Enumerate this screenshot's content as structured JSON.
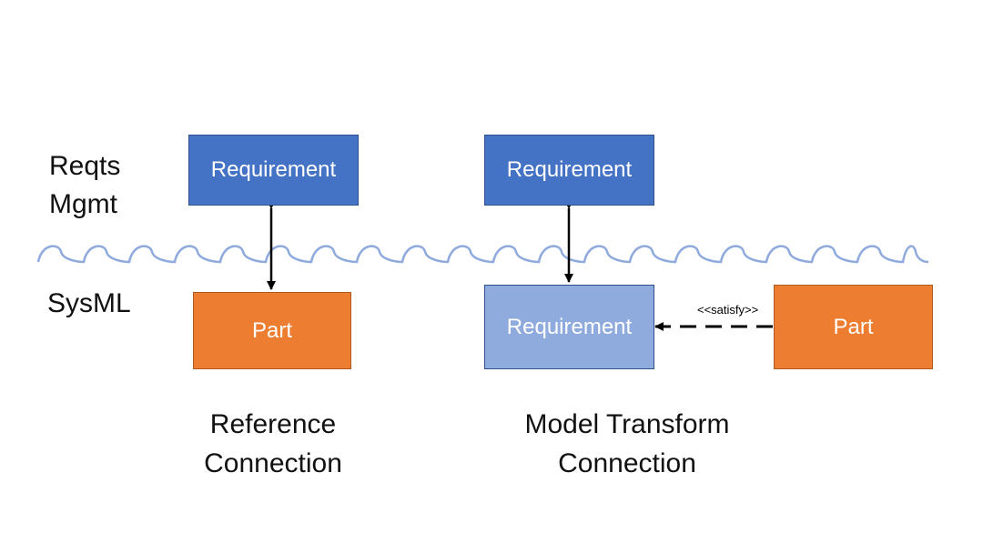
{
  "lanes": {
    "reqts_mgmt": [
      "Reqts",
      "Mgmt"
    ],
    "sysml": "SysML"
  },
  "left": {
    "top_box": "Requirement",
    "bottom_box": "Part",
    "caption": [
      "Reference",
      "Connection"
    ]
  },
  "right": {
    "top_box": "Requirement",
    "bottom_box": "Requirement",
    "part_box": "Part",
    "relation_label": "<<satisfy>>",
    "caption": [
      "Model Transform",
      "Connection"
    ]
  },
  "colors": {
    "req_dark": "#4472C4",
    "req_light": "#8FAADC",
    "part": "#ED7D31",
    "wave": "#8FAADC",
    "connector": "#000000"
  }
}
